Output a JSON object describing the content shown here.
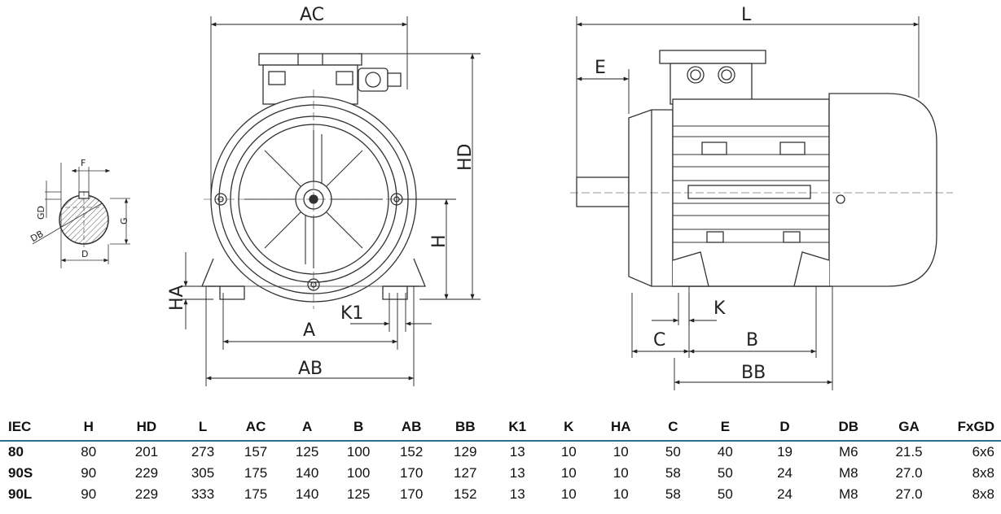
{
  "dimension_labels": {
    "AC": "AC",
    "HD": "HD",
    "H": "H",
    "HA": "HA",
    "A": "A",
    "AB": "AB",
    "K1": "K1",
    "L": "L",
    "E": "E",
    "K": "K",
    "C": "C",
    "B": "B",
    "BB": "BB",
    "F": "F",
    "GD": "GD",
    "G": "G",
    "DB": "DB",
    "D": "D"
  },
  "table": {
    "headers": [
      "IEC",
      "H",
      "HD",
      "L",
      "AC",
      "A",
      "B",
      "AB",
      "BB",
      "K1",
      "K",
      "HA",
      "C",
      "E",
      "D",
      "DB",
      "GA",
      "FxGD"
    ],
    "rows": [
      [
        "80",
        "80",
        "201",
        "273",
        "157",
        "125",
        "100",
        "152",
        "129",
        "13",
        "10",
        "10",
        "50",
        "40",
        "19",
        "M6",
        "21.5",
        "6x6"
      ],
      [
        "90S",
        "90",
        "229",
        "305",
        "175",
        "140",
        "100",
        "170",
        "127",
        "13",
        "10",
        "10",
        "58",
        "50",
        "24",
        "M8",
        "27.0",
        "8x8"
      ],
      [
        "90L",
        "90",
        "229",
        "333",
        "175",
        "140",
        "125",
        "170",
        "152",
        "13",
        "10",
        "10",
        "58",
        "50",
        "24",
        "M8",
        "27.0",
        "8x8"
      ]
    ]
  }
}
